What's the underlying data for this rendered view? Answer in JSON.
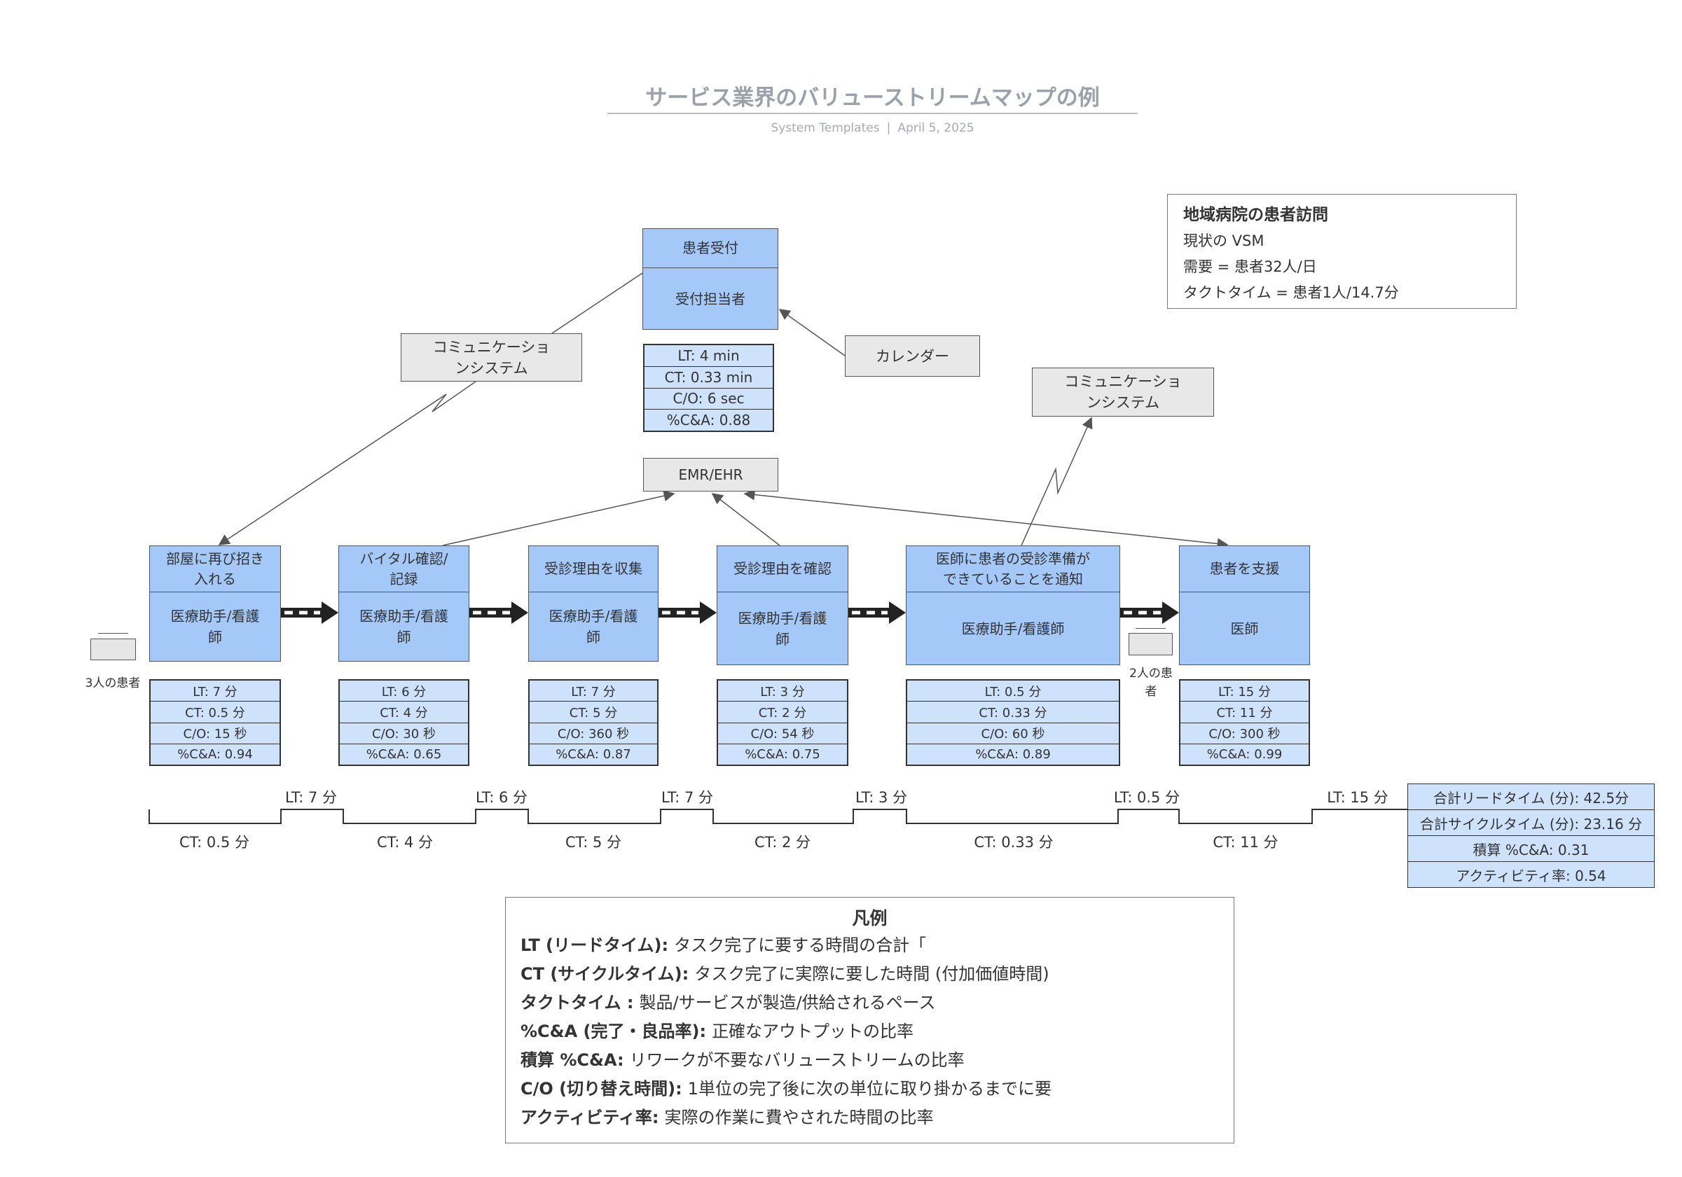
{
  "document": {
    "title": "サービス業界のバリューストリームマップの例",
    "author": "System Templates",
    "separator": "|",
    "date": "April 5, 2025"
  },
  "info_box": {
    "title": "地域病院の患者訪問",
    "lines": [
      "現状の VSM",
      "需要 = 患者32人/日",
      "タクトタイム = 患者1人/14.7分"
    ]
  },
  "reception": {
    "task": "患者受付",
    "role": "受付担当者",
    "metrics": [
      "LT: 4 min",
      "CT: 0.33 min",
      "C/O: 6 sec",
      "%C&A: 0.88"
    ]
  },
  "systems": {
    "communication_left": "コミュニケーショ\nンシステム",
    "calendar": "カレンダー",
    "communication_right": "コミュニケーショ\nンシステム",
    "emr": "EMR/EHR"
  },
  "steps": [
    {
      "task": "部屋に再び招き\n入れる",
      "role": "医療助手/看護\n師",
      "metrics": [
        "LT: 7 分",
        "CT: 0.5 分",
        "C/O: 15 秒",
        "%C&A: 0.94"
      ]
    },
    {
      "task": "バイタル確認/\n記録",
      "role": "医療助手/看護\n師",
      "metrics": [
        "LT: 6 分",
        "CT: 4 分",
        "C/O: 30 秒",
        "%C&A: 0.65"
      ]
    },
    {
      "task": "受診理由を収集",
      "role": "医療助手/看護\n師",
      "metrics": [
        "LT: 7 分",
        "CT: 5 分",
        "C/O: 360 秒",
        "%C&A: 0.87"
      ]
    },
    {
      "task": "受診理由を確認",
      "role": "医療助手/看護\n師",
      "metrics": [
        "LT: 3 分",
        "CT: 2 分",
        "C/O: 54 秒",
        "%C&A: 0.75"
      ]
    },
    {
      "task": "医師に患者の受診準備が\nできていることを通知",
      "role": "医療助手/看護師",
      "metrics": [
        "LT: 0.5 分",
        "CT: 0.33 分",
        "C/O: 60 秒",
        "%C&A: 0.89"
      ]
    },
    {
      "task": "患者を支援",
      "role": "医師",
      "metrics": [
        "LT: 15 分",
        "CT: 11 分",
        "C/O: 300 秒",
        "%C&A: 0.99"
      ]
    }
  ],
  "queues": [
    {
      "label": "3人の患者"
    },
    {
      "label": "2人の患\n者"
    }
  ],
  "timeline": {
    "lead_times": [
      "LT: 7 分",
      "LT: 6 分",
      "LT: 7 分",
      "LT: 3 分",
      "LT: 0.5 分",
      "LT: 15 分"
    ],
    "cycle_times": [
      "CT: 0.5 分",
      "CT: 4 分",
      "CT: 5 分",
      "CT: 2 分",
      "CT: 0.33 分",
      "CT: 11 分"
    ]
  },
  "summary": [
    "合計リードタイム (分): 42.5分",
    "合計サイクルタイム (分): 23.16 分",
    "積算 %C&A: 0.31",
    "アクティビティ率: 0.54"
  ],
  "legend": {
    "title": "凡例",
    "items": [
      {
        "term": "LT (リードタイム):",
        "definition": "タスク完了に要する時間の合計「"
      },
      {
        "term": "CT (サイクルタイム):",
        "definition": "タスク完了に実際に要した時間 (付加価値時間)"
      },
      {
        "term": "タクトタイム :",
        "definition": "製品/サービスが製造/供給されるペース"
      },
      {
        "term": "%C&A (完了・良品率):",
        "definition": "正確なアウトプットの比率"
      },
      {
        "term": "積算 %C&A:",
        "definition": "リワークが不要なバリューストリームの比率"
      },
      {
        "term": "C/O (切り替え時間):",
        "definition": "1単位の完了後に次の単位に取り掛かるまでに要"
      },
      {
        "term": "アクティビティ率:",
        "definition": "実際の作業に費やされた時間の比率"
      }
    ]
  },
  "colors": {
    "process_fill": "#a4c9f8",
    "metric_fill": "#cfe2fb",
    "system_fill": "#e8e8e8",
    "title_text": "#9ba1aa"
  }
}
